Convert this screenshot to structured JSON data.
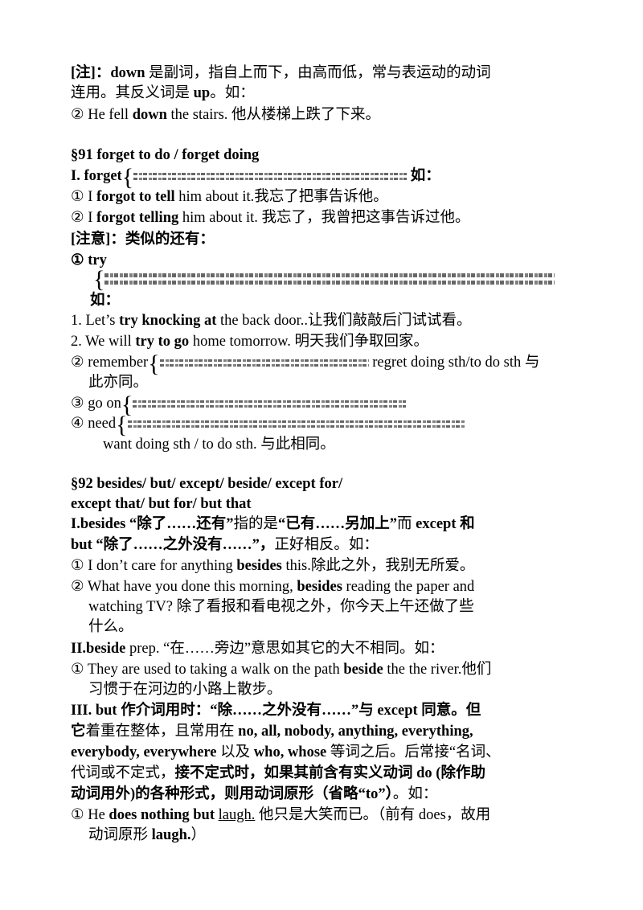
{
  "p1": {
    "l1a": "[注]：",
    "l1b": "down",
    "l1c": " 是副词，指自上而下，由高而低，常与表运动的动词",
    "l2a": "连用。其反义词是 ",
    "l2b": "up",
    "l2c": "。如：",
    "l3a": "② He fell ",
    "l3b": "down",
    "l3c": " the stairs. 他从楼梯上跌了下来。"
  },
  "s91": {
    "title": "§91    forget to do / forget doing",
    "i_label": "I. forget",
    "i_after": "如：",
    "ex1a": "① I ",
    "ex1b": "forgot to tell",
    "ex1c": " him about it.我忘了把事告诉他。",
    "ex2a": "② I ",
    "ex2b": "forgot telling",
    "ex2c": " him about it. 我忘了，我曾把这事告诉过他。",
    "note": "[注意]：类似的还有：",
    "try_label": "① try",
    "ru": "如：",
    "n1a": "1.       Let’s ",
    "n1b": "try knocking at",
    "n1c": " the back door..让我们敲敲后门试试看。",
    "n2a": "2.       We will ",
    "n2b": "try to go",
    "n2c": " home tomorrow. 明天我们争取回家。",
    "rem_label": "② remember",
    "rem_after": "regret doing sth/to do sth 与",
    "rem_cont": "此亦同。",
    "goon_label": "③ go on",
    "need_label": "④ need",
    "want": "want doing sth / to do sth. 与此相同。"
  },
  "s92": {
    "title1": "§92    besides/ but/ except/ beside/ except for/",
    "title2": "except that/ but for/ but that",
    "i1a": "I.besides “除了……还有”",
    "i1b": "指的是",
    "i1c": "“已有……另加上”",
    "i1d": "而 ",
    "i1e": "except 和",
    "i2a": "but “除了……之外没有……”，",
    "i2b": "正好相反。如：",
    "e1a": "① I don’t care for anything ",
    "e1b": "besides",
    "e1c": " this.除此之外，我别无所爱。",
    "e2a": "② What have you done this morning, ",
    "e2b": "besides",
    "e2c": " reading the paper and",
    "e2d": "watching TV?   除了看报和看电视之外，你今天上午还做了些",
    "e2e": "什么。",
    "ii_a": "II.beside",
    "ii_b": " prep. “在……旁边”意思如其它的大不相同。如：",
    "ii_e1a": "① They are used to taking a walk on the path ",
    "ii_e1b": "beside",
    "ii_e1c": " the the river.他们",
    "ii_e1d": "习惯于在河边的小路上散步。",
    "iii_1": "III. but 作介词用时：“除……之外没有……”与 except 同意。但",
    "iii_2a": "它",
    "iii_2b": "着重在整体，且常用在 ",
    "iii_2c": "no, all, nobody, anything, everything,",
    "iii_3a": "everybody, everywhere ",
    "iii_3b": "以及 ",
    "iii_3c": "who, whose ",
    "iii_3d": "等词之后。后常接“名词、",
    "iii_4a": "代词或不定式，",
    "iii_4b": "接不定式时，如果其前含有实义动词 do (除作助",
    "iii_5a": "动词用外)的各种形式，则用动词原形（省略“to”）",
    "iii_5b": "。如：",
    "ex_a": "① He ",
    "ex_b": "does nothing but",
    "ex_c": " ",
    "ex_d": "laugh.",
    "ex_e": " 他只是大笑而已。（前有 does，故用",
    "ex_f": "动词原形 ",
    "ex_g": "laugh.",
    "ex_h": "）"
  }
}
